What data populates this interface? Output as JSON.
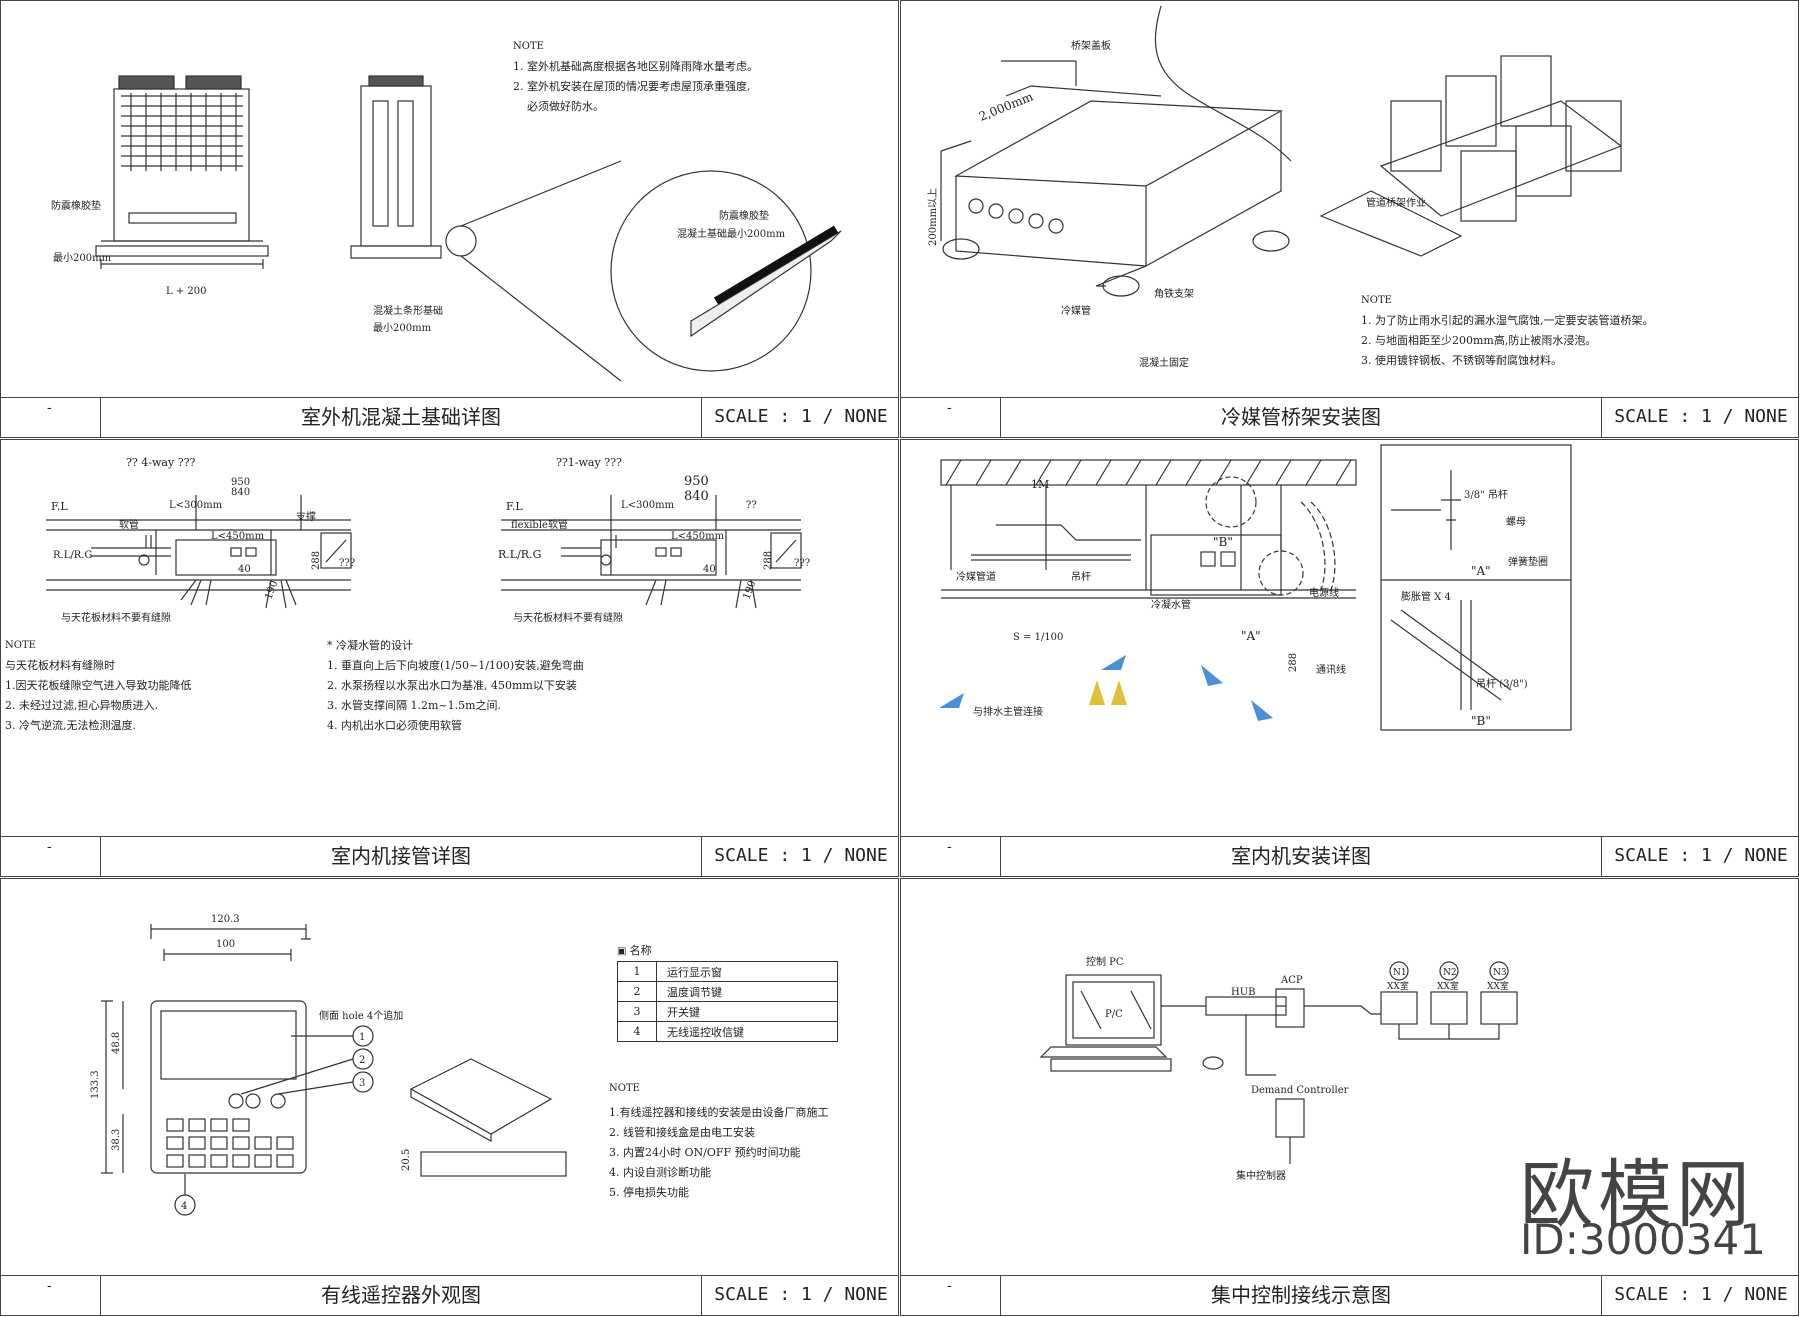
{
  "panels": [
    {
      "title": "室外机混凝土基础详图",
      "scale": "SCALE : 1 / NONE",
      "dash": "-",
      "note_head": "NOTE",
      "notes": [
        "1. 室外机基础高度根据各地区别降雨降水量考虑。",
        "2. 室外机安装在屋顶的情况要考虑屋顶承重强度,",
        "必须做好防水。"
      ],
      "labels": {
        "rubber": "防震橡胶垫",
        "min200": "最小200mm",
        "l200": "L + 200",
        "strip": "混凝土条形基础",
        "strip_min": "最小200mm",
        "zoom_rubber": "防震橡胶垫",
        "zoom_min": "混凝土基础最小200mm"
      }
    },
    {
      "title": "冷媒管桥架安装图",
      "scale": "SCALE : 1 / NONE",
      "dash": "-",
      "note_head": "NOTE",
      "notes": [
        "1. 为了防止雨水引起的漏水湿气腐蚀,一定要安装管道桥架。",
        "2. 与地面相距至少200mm高,防止被雨水浸泡。",
        "3. 使用镀锌钢板、不锈钢等耐腐蚀材料。"
      ],
      "labels": {
        "cover": "桥架盖板",
        "len": "2,000mm",
        "h200": "200mm以上",
        "angle": "角铁支架",
        "pipe": "冷媒管",
        "concrete": "混凝土固定",
        "bridge": "管道桥架作业"
      }
    },
    {
      "title": "室内机接管详图",
      "scale": "SCALE : 1 / NONE",
      "dash": "-",
      "note_head": "NOTE",
      "notes": [
        "与天花板材料有缝隙时",
        "1.因天花板缝隙空气进入导致功能降低",
        "2. 未经过过滤,担心异物质进入.",
        "3. 冷气逆流,无法检测温度."
      ],
      "notes2_head": "* 冷凝水管的设计",
      "notes2": [
        "1. 垂直向上后下向坡度(1/50~1/100)安装,避免弯曲",
        "2. 水泵扬程以水泵出水口为基准, 450mm以下安装",
        "3. 水管支撑间隔 1.2m~1.5m之间.",
        "4. 内机出水口必须使用软管"
      ],
      "labels": {
        "h1": "?? 4-way ???",
        "h2": "??1-way ???",
        "fl": "F.L",
        "d950": "950",
        "d840": "840",
        "support": "支撑",
        "soft": "软管",
        "flex": "flexible软管",
        "rl": "R.L/R.G",
        "l300": "L<300mm",
        "l450": "L<450mm",
        "d40": "40",
        "d288": "288",
        "d190": "190",
        "q3": "???",
        "q2": "??",
        "gap": "与天花板材料不要有缝隙"
      }
    },
    {
      "title": "室内机安装详图",
      "scale": "SCALE : 1 / NONE",
      "dash": "-",
      "labels": {
        "m1": "1M",
        "pipe": "冷媒管道",
        "rod": "吊杆",
        "cond": "冷凝水管",
        "slope": "S = 1/100",
        "b": "\"B\"",
        "a": "\"A\"",
        "power": "电源线",
        "comm": "通讯线",
        "d288": "288",
        "drain": "与排水主管连接",
        "rod38": "3/8\" 吊杆",
        "nut": "螺母",
        "washer": "弹簧垫圈",
        "A": "\"A\"",
        "B": "\"B\"",
        "exp": "膨胀管 X 4",
        "rod38b": "吊杆 (3/8\")"
      }
    },
    {
      "title": "有线遥控器外观图",
      "scale": "SCALE : 1 / NONE",
      "dash": "-",
      "table_head": "名称",
      "table": [
        [
          "1",
          "运行显示窗"
        ],
        [
          "2",
          "温度调节键"
        ],
        [
          "3",
          "开关键"
        ],
        [
          "4",
          "无线遥控收信键"
        ]
      ],
      "note_head": "NOTE",
      "notes": [
        "1.有线遥控器和接线的安装是由设备厂商施工",
        "2. 线管和接线盒是由电工安装",
        "3. 内置24小时 ON/OFF 预约时间功能",
        "4. 内设自测诊断功能",
        "5. 停电损失功能"
      ],
      "labels": {
        "w1203": "120.3",
        "w100": "100",
        "hole": "侧面 hole 4个追加",
        "h1333": "133.3",
        "h488": "48.8",
        "h383": "38.3",
        "d205": "20.5",
        "c1": "1",
        "c2": "2",
        "c3": "3",
        "c4": "4"
      }
    },
    {
      "title": "集中控制接线示意图",
      "scale": "SCALE : 1 / NONE",
      "dash": "-",
      "labels": {
        "pc": "控制 PC",
        "pcscreen": "P/C",
        "hub": "HUB",
        "acp": "ACP",
        "demand": "Demand Controller",
        "central": "集中控制器",
        "n1": "N1",
        "n2": "N2",
        "n3": "N3",
        "room1": "XX室",
        "room2": "XX室",
        "room3": "XX室"
      }
    }
  ],
  "watermark": {
    "brand": "欧模网",
    "id": "ID:3000341"
  }
}
